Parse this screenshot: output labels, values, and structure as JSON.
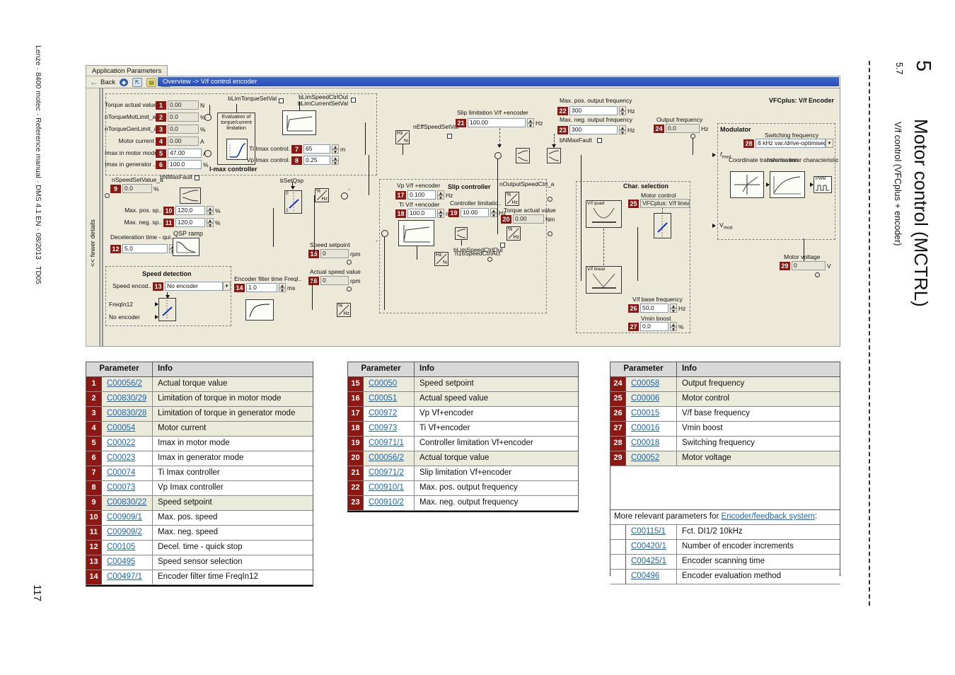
{
  "page": {
    "left_margin": "Lenze · 8400 motec · Reference manual · DMS 4.1 EN · 08/2013 · TD05",
    "page_number": "117",
    "chapter_number": "5",
    "chapter_title": "Motor control (MCTRL)",
    "section_number": "5.7",
    "section_title": "V/f control (VFCplus + encoder)"
  },
  "app": {
    "tab": "Application Parameters",
    "back_label": "Back",
    "breadcrumb": "Overview -> V/f control encoder",
    "fewer_details": "<< fewer details"
  },
  "diagram": {
    "title": "VFCplus: V/f Encoder",
    "imax_box": "I-max controller",
    "eval_block": "Evaluation of torque/current limitation",
    "qsp_ramp": "QSP ramp",
    "speed_detection": "Speed detection",
    "slip_controller": "Slip controller",
    "char_selection": "Char. selection",
    "motor_control_label": "Motor control",
    "modulator": "Modulator",
    "coord_transform": "Coordinate transformation",
    "inverter_error": "Inverter error characteristic",
    "pwm": "PWM",
    "vf_quad": "V/f quad",
    "vf_linear": "V/f linear",
    "pct": "%",
    "hz": "Hz",
    "sw0": "0",
    "sw1": "1",
    "minus": "-",
    "fmod_base": "f",
    "vmod_base": "V",
    "mod_sub": "mod",
    "signals": {
      "bLimTorqueSetVal": "bLimTorqueSetVal",
      "bLimSpeedCtrlOut": "bLimSpeedCtrlOut",
      "bLimCurrentSetVal": "bLimCurrentSetVal",
      "bNMaxFault": "bNMaxFault",
      "bSetQsp": "bSetQsp",
      "nEffSpeedSetVal": "nEffSpeedSetVal",
      "nOutputSpeedCtrl_a": "nOutputSpeedCtrl_a",
      "bLimSpeedCtrlOut2": "bLimSpeedCtrlOut",
      "n16SpeedCtrlAct": "n16SpeedCtrlAct",
      "FreqIn12": "FreqIn12",
      "no_encoder": "No encoder"
    }
  },
  "fields": {
    "f1": {
      "n": "1",
      "label": "Torque actual value",
      "value": "0.00",
      "unit": "N"
    },
    "f2": {
      "n": "2",
      "label": "nTorqueMotLimit_a",
      "value": "0.0",
      "unit": "%"
    },
    "f3": {
      "n": "3",
      "label": "nTorqueGenLimit_a",
      "value": "0,0",
      "unit": "%"
    },
    "f4": {
      "n": "4",
      "label": "Motor current",
      "value": "0.00",
      "unit": "A"
    },
    "f5": {
      "n": "5",
      "label": "Imax in motor mode",
      "value": "47.00",
      "unit": "A"
    },
    "f6": {
      "n": "6",
      "label": "Imax in generator ..",
      "value": "100.0",
      "unit": "%"
    },
    "f7": {
      "n": "7",
      "label": "Ti Imax control.",
      "value": "65",
      "unit": "m"
    },
    "f8": {
      "n": "8",
      "label": "Vp Imax control.",
      "value": "0.25",
      "unit": ""
    },
    "f9": {
      "n": "9",
      "label": "nSpeedSetValue_a",
      "value": "0.0",
      "unit": "%"
    },
    "f10": {
      "n": "10",
      "label": "Max. pos. sp..",
      "value": "120,0",
      "unit": "%"
    },
    "f11": {
      "n": "11",
      "label": "Max. neg. sp..",
      "value": "120,0",
      "unit": "%"
    },
    "f12": {
      "n": "12",
      "label": "Deceleration time - qui..",
      "value": "5,0",
      "unit": "s"
    },
    "f13": {
      "n": "13",
      "label": "Speed encod..",
      "value": "No encoder",
      "unit": ""
    },
    "f14": {
      "n": "14",
      "label": "Encoder filter time FreqI..",
      "value": "1.0",
      "unit": "ms"
    },
    "f15": {
      "n": "15",
      "label": "Speed setpoint",
      "value": "0",
      "unit": "rpm"
    },
    "f16": {
      "n": "16",
      "label": "Actual speed value",
      "value": "0",
      "unit": "rpm"
    },
    "f17": {
      "n": "17",
      "label": "Vp V/f +encoder",
      "value": "0.100",
      "unit": "Hz"
    },
    "f18": {
      "n": "18",
      "label": "Ti V/f +encoder",
      "value": "100.0",
      "unit": "ms"
    },
    "f19": {
      "n": "19",
      "label": "Controller limitatio..",
      "value": "10.00",
      "unit": "Hz"
    },
    "f20": {
      "n": "20",
      "label": "Torque actual value",
      "value": "0.00",
      "unit": "Nm"
    },
    "f21": {
      "n": "21",
      "label": "Slip limitation V/f +encoder",
      "value": "100.00",
      "unit": "Hz"
    },
    "f22": {
      "n": "22",
      "label": "Max. pos. output frequency",
      "value": "300",
      "unit": "Hz"
    },
    "f23": {
      "n": "23",
      "label": "Max. neg. output frequency",
      "value": "300",
      "unit": "Hz"
    },
    "f24": {
      "n": "24",
      "label": "Output frequency",
      "value": "0.0",
      "unit": "Hz"
    },
    "f25": {
      "n": "25",
      "label": "Motor control",
      "value": "VFCplus: V/f linear +e",
      "unit": ""
    },
    "f26": {
      "n": "26",
      "label": "V/f base frequency",
      "value": "50,0",
      "unit": "Hz"
    },
    "f27": {
      "n": "27",
      "label": "Vmin boost",
      "value": "0,0",
      "unit": "%"
    },
    "f28": {
      "n": "28",
      "label": "Switching frequency",
      "value": "8 kHz var./drive-optimised",
      "unit": ""
    },
    "f29": {
      "n": "29",
      "label": "Motor voltage",
      "value": "0",
      "unit": "V"
    }
  },
  "tables": {
    "header_parameter": "Parameter",
    "header_info": "Info",
    "t1": [
      {
        "n": "1",
        "param": "C00056/2",
        "info": "Actual torque value",
        "shaded": true
      },
      {
        "n": "2",
        "param": "C00830/29",
        "info": "Limitation of torque in motor mode",
        "shaded": true
      },
      {
        "n": "3",
        "param": "C00830/28",
        "info": "Limitation of torque in generator mode",
        "shaded": true
      },
      {
        "n": "4",
        "param": "C00054",
        "info": "Motor current",
        "shaded": true
      },
      {
        "n": "5",
        "param": "C00022",
        "info": "Imax in motor mode"
      },
      {
        "n": "6",
        "param": "C00023",
        "info": "Imax in generator mode"
      },
      {
        "n": "7",
        "param": "C00074",
        "info": "Ti Imax controller"
      },
      {
        "n": "8",
        "param": "C00073",
        "info": "Vp Imax controller"
      },
      {
        "n": "9",
        "param": "C00830/22",
        "info": "Speed setpoint",
        "shaded": true
      },
      {
        "n": "10",
        "param": "C00909/1",
        "info": "Max. pos. speed"
      },
      {
        "n": "11",
        "param": "C00909/2",
        "info": "Max. neg. speed"
      },
      {
        "n": "12",
        "param": "C00105",
        "info": "Decel. time - quick stop"
      },
      {
        "n": "13",
        "param": "C00495",
        "info": "Speed sensor selection"
      },
      {
        "n": "14",
        "param": "C00497/1",
        "info": "Encoder filter time FreqIn12"
      }
    ],
    "t2": [
      {
        "n": "15",
        "param": "C00050",
        "info": "Speed setpoint",
        "shaded": true
      },
      {
        "n": "16",
        "param": "C00051",
        "info": "Actual speed value",
        "shaded": true
      },
      {
        "n": "17",
        "param": "C00972",
        "info": "Vp Vf+encoder"
      },
      {
        "n": "18",
        "param": "C00973",
        "info": "Ti Vf+encoder"
      },
      {
        "n": "19",
        "param": "C00971/1",
        "info": "Controller limitation Vf+encoder"
      },
      {
        "n": "20",
        "param": "C00056/2",
        "info": "Actual torque value",
        "shaded": true
      },
      {
        "n": "21",
        "param": "C00971/2",
        "info": "Slip limitation Vf+encoder"
      },
      {
        "n": "22",
        "param": "C00910/1",
        "info": "Max. pos. output frequency"
      },
      {
        "n": "23",
        "param": "C00910/2",
        "info": "Max. neg. output frequency"
      }
    ],
    "t3": [
      {
        "n": "24",
        "param": "C00058",
        "info": "Output frequency",
        "shaded": true
      },
      {
        "n": "25",
        "param": "C00006",
        "info": "Motor control",
        "shaded": true
      },
      {
        "n": "26",
        "param": "C00015",
        "info": "V/f base frequency"
      },
      {
        "n": "27",
        "param": "C00016",
        "info": "Vmin boost"
      },
      {
        "n": "28",
        "param": "C00018",
        "info": "Switching frequency"
      },
      {
        "n": "29",
        "param": "C00052",
        "info": "Motor voltage",
        "shaded": true
      }
    ],
    "more_prefix": "More relevant parameters for ",
    "more_link": "Encoder/feedback system",
    "more_suffix": ":",
    "encoder": [
      {
        "param": "C00115/1",
        "info": "Fct. DI1/2 10kHz"
      },
      {
        "param": "C00420/1",
        "info": "Number of encoder increments"
      },
      {
        "param": "C00425/1",
        "info": "Encoder scanning time"
      },
      {
        "param": "C00496",
        "info": "Encoder evaluation method"
      }
    ]
  }
}
